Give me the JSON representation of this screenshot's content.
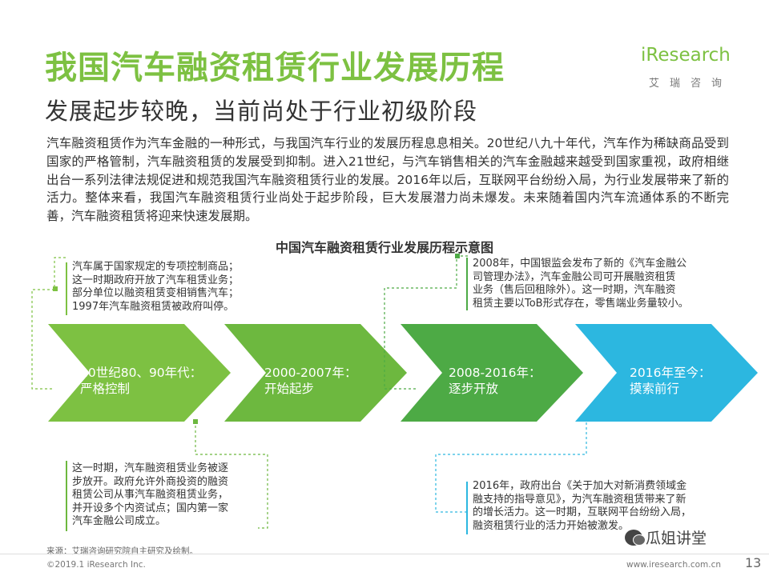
{
  "header": {
    "title": "我国汽车融资租赁行业发展历程",
    "subtitle": "发展起步较晚，当前尚处于行业初级阶段"
  },
  "logo": {
    "brand": "iResearch",
    "brand_cn": "艾瑞咨询"
  },
  "intro": "汽车融资租赁作为汽车金融的一种形式，与我国汽车行业的发展历程息息相关。20世纪八九十年代，汽车作为稀缺商品受到国家的严格管制，汽车融资租赁的发展受到抑制。进入21世纪，与汽车销售相关的汽车金融越来越受到国家重视，政府相继出台一系列法律法规促进和规范我国汽车融资租赁行业的发展。2016年以后，互联网平台纷纷入局，为行业发展带来了新的活力。整体来看，我国汽车融资租赁行业尚处于起步阶段，巨大发展潜力尚未爆发。未来随着国内汽车流通体系的不断完善，汽车融资租赁将迎来快速发展期。",
  "diagram": {
    "title": "中国汽车融资租赁行业发展历程示意图",
    "stages": [
      {
        "label": "20世纪80、90年代：\n严格控制",
        "color": "#7DC142",
        "note": "汽车属于国家规定的专项控制商品；\n这一时期政府开放了汽车租赁业务；\n部分单位以融资租赁变相销售汽车；\n1997年汽车融资租赁被政府叫停。"
      },
      {
        "label": "2000-2007年：\n开始起步",
        "color": "#6DB83F",
        "note": "这一时期，汽车融资租赁业务被逐\n步放开。政府允许外商投资的融资\n租赁公司从事汽车融资租赁业务，\n并开设多个内资试点；国内第一家\n汽车金融公司成立。"
      },
      {
        "label": "2008-2016年：\n逐步开放",
        "color": "#4DAA45",
        "note": "2008年，中国银监会发布了新的《汽车金融公\n司管理办法》，汽车金融公司可开展融资租赁\n业务（售后回租除外）。这一时期，汽车融资\n租赁主要以ToB形式存在，零售端业务量较小。"
      },
      {
        "label": "2016年至今：\n摸索前行",
        "color": "#2CB7E0",
        "note": "2016年，政府出台《关于加大对新消费领域金\n融支持的指导意见》，为汽车融资租赁带来了新\n的增长活力。这一时期，互联网平台纷纷入局，\n融资租赁行业的活力开始被激发。"
      }
    ]
  },
  "footer": {
    "source": "来源：艾瑞咨询研究院自主研究及绘制。",
    "copyright": "©2019.1 iResearch Inc.",
    "website": "www.iresearch.com.cn",
    "page": "13"
  },
  "watermark": {
    "text": "瓜姐讲堂",
    "icon": "wechat-icon"
  }
}
